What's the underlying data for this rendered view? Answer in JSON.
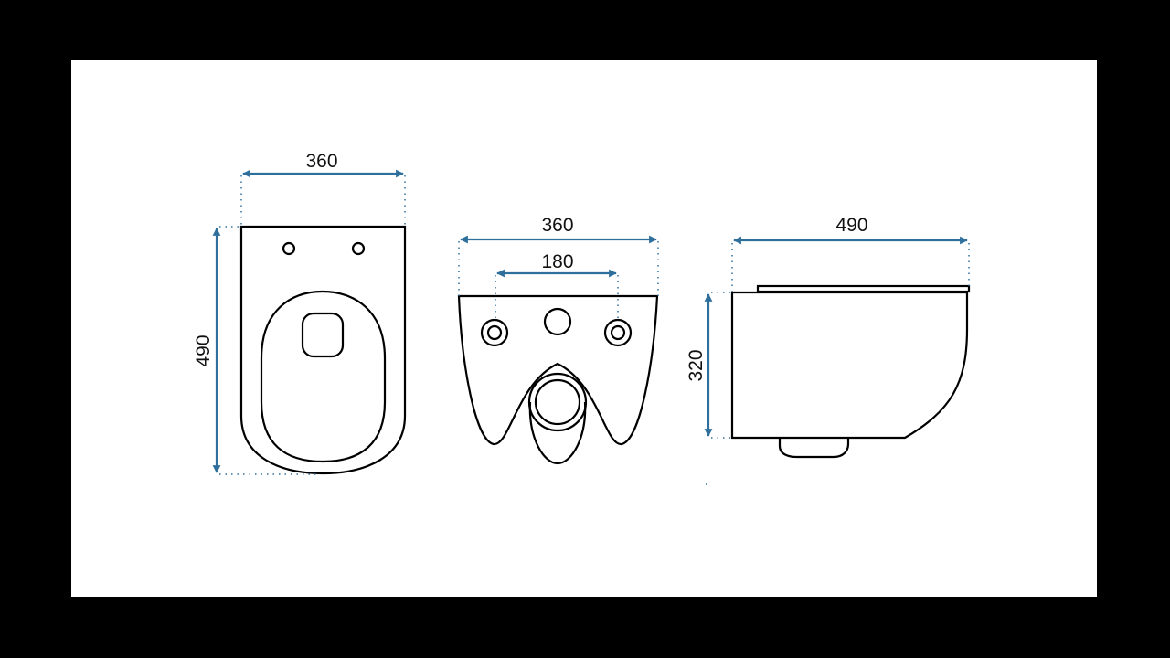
{
  "colors": {
    "dimension": "#2f6f9c",
    "outline": "#000000",
    "paper": "#ffffff",
    "frame": "#000000"
  },
  "top_view": {
    "width_label": "360",
    "depth_label": "490"
  },
  "rear_view": {
    "width_label": "360",
    "fixing_spacing_label": "180"
  },
  "side_view": {
    "depth_label": "490",
    "height_label": "320"
  }
}
